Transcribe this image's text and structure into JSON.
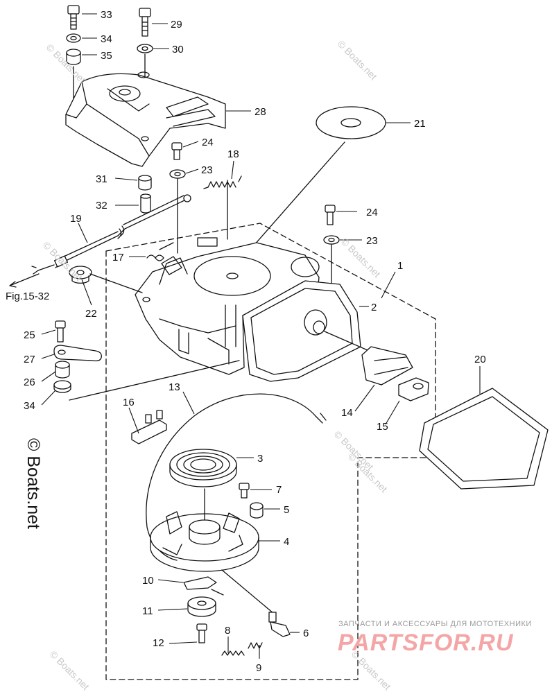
{
  "callouts": [
    {
      "id": "33",
      "label": "33"
    },
    {
      "id": "34a",
      "label": "34"
    },
    {
      "id": "35",
      "label": "35"
    },
    {
      "id": "29",
      "label": "29"
    },
    {
      "id": "30",
      "label": "30"
    },
    {
      "id": "28",
      "label": "28"
    },
    {
      "id": "24a",
      "label": "24"
    },
    {
      "id": "23a",
      "label": "23"
    },
    {
      "id": "18",
      "label": "18"
    },
    {
      "id": "21",
      "label": "21"
    },
    {
      "id": "31",
      "label": "31"
    },
    {
      "id": "32",
      "label": "32"
    },
    {
      "id": "19",
      "label": "19"
    },
    {
      "id": "24b",
      "label": "24"
    },
    {
      "id": "23b",
      "label": "23"
    },
    {
      "id": "17",
      "label": "17"
    },
    {
      "id": "1",
      "label": "1"
    },
    {
      "id": "22",
      "label": "22"
    },
    {
      "id": "2",
      "label": "2"
    },
    {
      "id": "25",
      "label": "25"
    },
    {
      "id": "27",
      "label": "27"
    },
    {
      "id": "26",
      "label": "26"
    },
    {
      "id": "34b",
      "label": "34"
    },
    {
      "id": "13",
      "label": "13"
    },
    {
      "id": "20",
      "label": "20"
    },
    {
      "id": "14",
      "label": "14"
    },
    {
      "id": "16",
      "label": "16"
    },
    {
      "id": "15",
      "label": "15"
    },
    {
      "id": "3",
      "label": "3"
    },
    {
      "id": "7",
      "label": "7"
    },
    {
      "id": "5",
      "label": "5"
    },
    {
      "id": "4",
      "label": "4"
    },
    {
      "id": "10",
      "label": "10"
    },
    {
      "id": "11",
      "label": "11"
    },
    {
      "id": "6",
      "label": "6"
    },
    {
      "id": "8",
      "label": "8"
    },
    {
      "id": "12",
      "label": "12"
    },
    {
      "id": "9",
      "label": "9"
    }
  ],
  "reference_label": "Fig.15-32",
  "copyright": "© Boats.net",
  "watermark": "© Boats.net",
  "brand": {
    "tagline": "ЗАПЧАСТИ И АКСЕССУАРЫ ДЛЯ МОТОТЕХНИКИ",
    "logo": "PARTSFOR.RU"
  },
  "colors": {
    "line": "#111111",
    "watermark": "#c9c9c9",
    "brand": "#f4a6a6"
  }
}
